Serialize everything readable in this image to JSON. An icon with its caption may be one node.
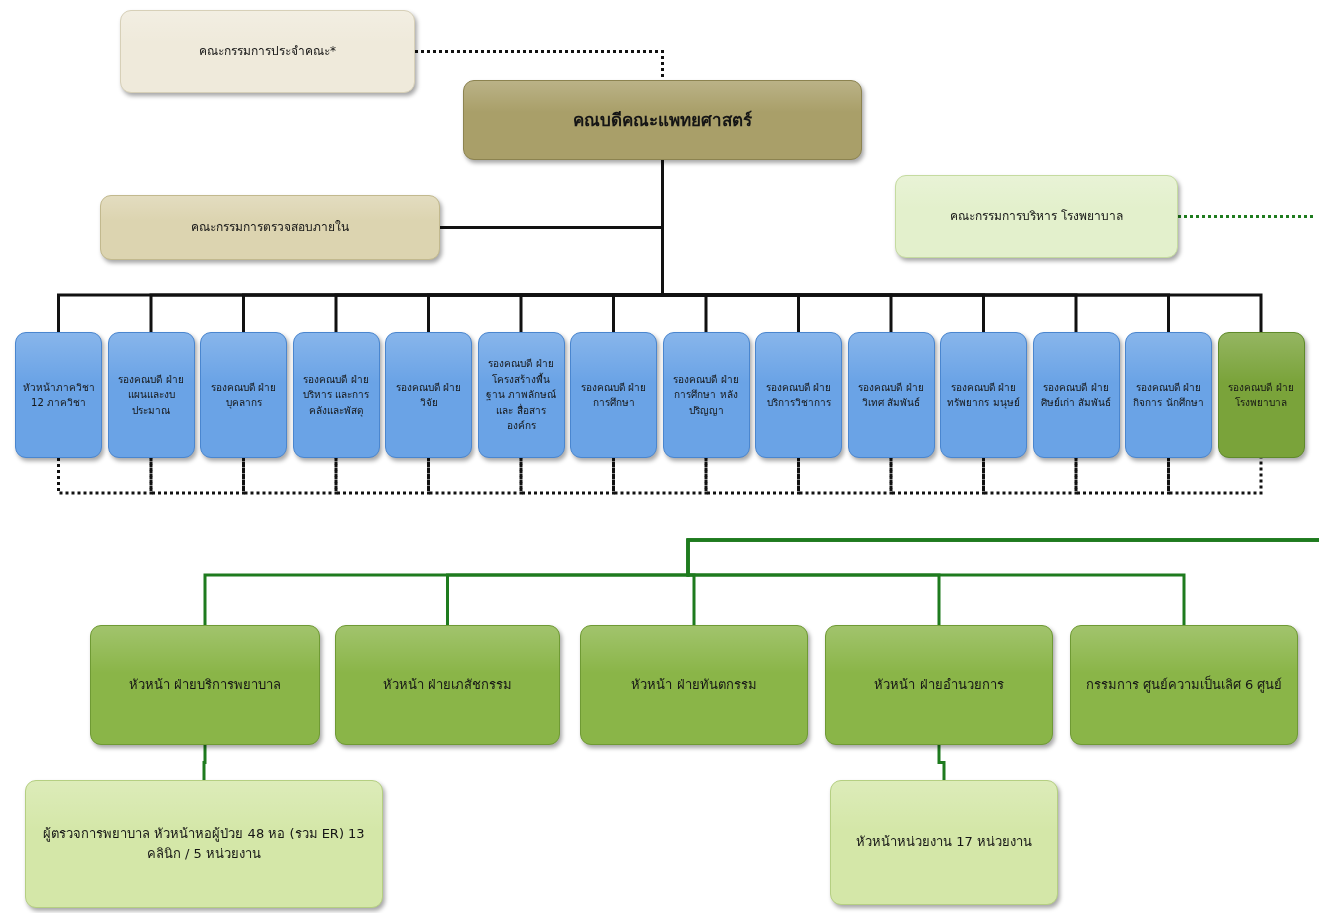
{
  "diagram": {
    "nodes": [
      {
        "text": [
          "คณะกรรมการประจำคณะ*"
        ]
      },
      {
        "text": [
          "คณบดีคณะแพทยศาสตร์"
        ]
      },
      {
        "text": [
          "คณะกรรมการตรวจสอบภายใน"
        ]
      },
      {
        "text": [
          "คณะกรรมการบริหาร โรงพยาบาล"
        ]
      },
      {
        "text": [
          "หัวหน้าภาควิชา 12 ภาควิชา"
        ]
      },
      {
        "text": [
          "รองคณบดี ฝ่ายแผนและงบประมาณ"
        ]
      },
      {
        "text": [
          "รองคณบดี ฝ่ายบุคลากร"
        ]
      },
      {
        "text": [
          "รองคณบดี ฝ่ายบริหาร และการคลังและพัสดุ"
        ]
      },
      {
        "text": [
          "รองคณบดี ฝ่ายวิจัย"
        ]
      },
      {
        "text": [
          "รองคณบดี ฝ่ายโครงสร้างพื้นฐาน ภาพลักษณ์และ สื่อสารองค์กร"
        ]
      },
      {
        "text": [
          "รองคณบดี ฝ่ายการศึกษา"
        ]
      },
      {
        "text": [
          "รองคณบดี ฝ่ายการศึกษา หลังปริญญา"
        ]
      },
      {
        "text": [
          "รองคณบดี ฝ่ายบริการวิชาการ"
        ]
      },
      {
        "text": [
          "รองคณบดี ฝ่ายวิเทศ สัมพันธ์"
        ]
      },
      {
        "text": [
          "รองคณบดี ฝ่ายทรัพยากร มนุษย์"
        ]
      },
      {
        "text": [
          "รองคณบดี ฝ่ายศิษย์เก่า สัมพันธ์"
        ]
      },
      {
        "text": [
          "รองคณบดี ฝ่ายกิจการ นักศึกษา"
        ]
      },
      {
        "text": [
          "รองคณบดี ฝ่ายโรงพยาบาล"
        ]
      },
      {
        "text": [
          "หัวหน้า ฝ่ายบริการพยาบาล"
        ]
      },
      {
        "text": [
          "หัวหน้า ฝ่ายเภสัชกรรม"
        ]
      },
      {
        "text": [
          "หัวหน้า ฝ่ายทันตกรรม"
        ]
      },
      {
        "text": [
          "หัวหน้า ฝ่ายอำนวยการ"
        ]
      },
      {
        "text": [
          "กรรมการ ศูนย์ความเป็นเลิศ 6 ศูนย์"
        ]
      },
      {
        "text": [
          "ผู้ตรวจการพยาบาล หัวหน้าหอผู้ป่วย 48 หอ (รวม ER) 13 คลินิก / 5 หน่วยงาน"
        ]
      },
      {
        "text": [
          "หัวหน้าหน่วยงาน 17 หน่วยงาน"
        ]
      }
    ],
    "edges": [
      {
        "from": 0,
        "to": 1,
        "arrow": "none",
        "style": "dashed"
      },
      {
        "from": 2,
        "to": 1,
        "arrow": "none"
      },
      {
        "from": 1,
        "to": 4,
        "arrow": "none"
      },
      {
        "from": 1,
        "to": 5,
        "arrow": "none"
      },
      {
        "from": 1,
        "to": 6,
        "arrow": "none"
      },
      {
        "from": 1,
        "to": 7,
        "arrow": "none"
      },
      {
        "from": 1,
        "to": 8,
        "arrow": "none"
      },
      {
        "from": 1,
        "to": 9,
        "arrow": "none"
      },
      {
        "from": 1,
        "to": 10,
        "arrow": "none"
      },
      {
        "from": 1,
        "to": 11,
        "arrow": "none"
      },
      {
        "from": 1,
        "to": 12,
        "arrow": "none"
      },
      {
        "from": 1,
        "to": 13,
        "arrow": "none"
      },
      {
        "from": 1,
        "to": 14,
        "arrow": "none"
      },
      {
        "from": 1,
        "to": 15,
        "arrow": "none"
      },
      {
        "from": 1,
        "to": 16,
        "arrow": "none"
      },
      {
        "from": 1,
        "to": 17,
        "arrow": "none"
      },
      {
        "from": 4,
        "to": 5,
        "arrow": "none",
        "style": "dashed"
      },
      {
        "from": 5,
        "to": 6,
        "arrow": "none",
        "style": "dashed"
      },
      {
        "from": 6,
        "to": 7,
        "arrow": "none",
        "style": "dashed"
      },
      {
        "from": 7,
        "to": 8,
        "arrow": "none",
        "style": "dashed"
      },
      {
        "from": 8,
        "to": 9,
        "arrow": "none",
        "style": "dashed"
      },
      {
        "from": 9,
        "to": 10,
        "arrow": "none",
        "style": "dashed"
      },
      {
        "from": 10,
        "to": 11,
        "arrow": "none",
        "style": "dashed"
      },
      {
        "from": 11,
        "to": 12,
        "arrow": "none",
        "style": "dashed"
      },
      {
        "from": 12,
        "to": 13,
        "arrow": "none",
        "style": "dashed"
      },
      {
        "from": 13,
        "to": 14,
        "arrow": "none",
        "style": "dashed"
      },
      {
        "from": 14,
        "to": 15,
        "arrow": "none",
        "style": "dashed"
      },
      {
        "from": 15,
        "to": 16,
        "arrow": "none",
        "style": "dashed"
      },
      {
        "from": 16,
        "to": 17,
        "arrow": "none",
        "style": "dashed"
      },
      {
        "from": 3,
        "to": null,
        "arrow": "none",
        "style": "dashed",
        "color": "#1e7b1e"
      },
      {
        "from": null,
        "to": 18,
        "arrow": "none",
        "color": "#1e7b1e"
      },
      {
        "from": null,
        "to": 19,
        "arrow": "none",
        "color": "#1e7b1e"
      },
      {
        "from": null,
        "to": 20,
        "arrow": "none",
        "color": "#1e7b1e"
      },
      {
        "from": null,
        "to": 21,
        "arrow": "none",
        "color": "#1e7b1e"
      },
      {
        "from": null,
        "to": 22,
        "arrow": "none",
        "color": "#1e7b1e"
      },
      {
        "from": 18,
        "to": 23,
        "arrow": "none",
        "color": "#1e7b1e"
      },
      {
        "from": 21,
        "to": 24,
        "arrow": "none",
        "color": "#1e7b1e"
      }
    ]
  }
}
